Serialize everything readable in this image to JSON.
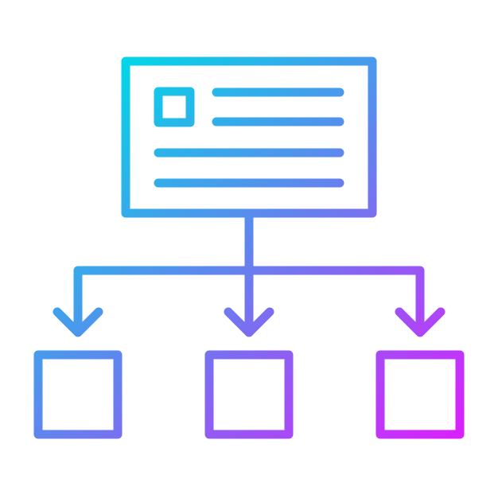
{
  "icon": {
    "name": "hierarchy-flow-icon",
    "gradient_start": "#00d8e6",
    "gradient_mid": "#7a6ff0",
    "gradient_end": "#e01bff",
    "background": "#ffffff"
  },
  "diagram": {
    "parent_node": "document-card",
    "child_nodes": [
      "child-node-left",
      "child-node-center",
      "child-node-right"
    ]
  }
}
